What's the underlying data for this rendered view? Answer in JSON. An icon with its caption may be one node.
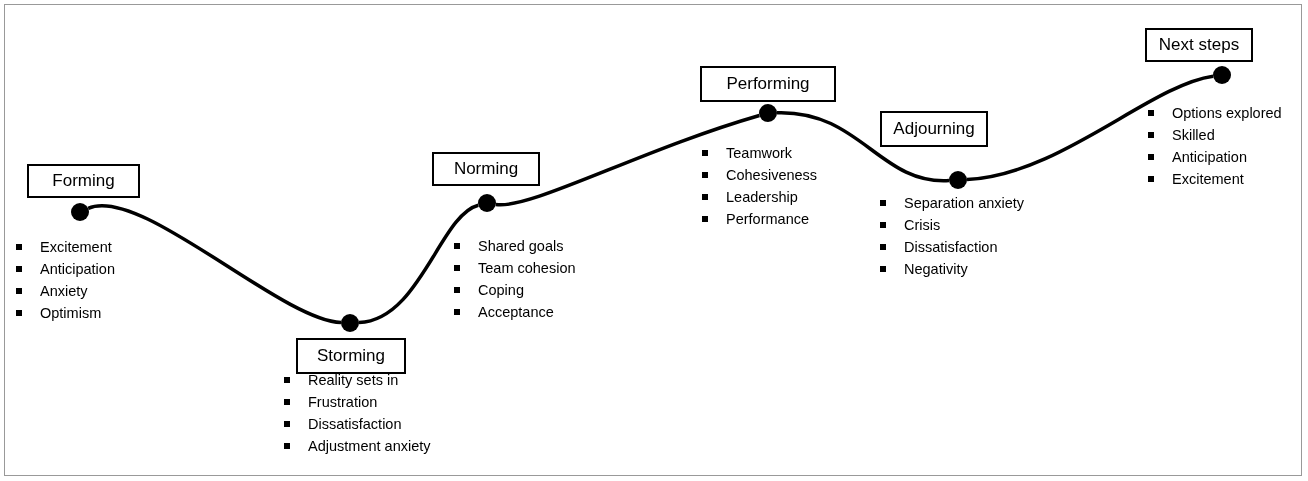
{
  "diagram": {
    "nodes": [
      {
        "text": [
          "Forming"
        ],
        "beside": [
          "Excitement",
          "Anticipation",
          "Anxiety",
          "Optimism"
        ]
      },
      {
        "text": [
          "Storming"
        ],
        "beside": [
          "Reality sets in",
          "Frustration",
          "Dissatisfaction",
          "Adjustment anxiety"
        ]
      },
      {
        "text": [
          "Norming"
        ],
        "beside": [
          "Shared goals",
          "Team cohesion",
          "Coping",
          "Acceptance"
        ]
      },
      {
        "text": [
          "Performing"
        ],
        "beside": [
          "Teamwork",
          "Cohesiveness",
          "Leadership",
          "Performance"
        ]
      },
      {
        "text": [
          "Adjourning"
        ],
        "beside": [
          "Separation anxiety",
          "Crisis",
          "Dissatisfaction",
          "Negativity"
        ]
      },
      {
        "text": [
          "Next steps"
        ],
        "beside": [
          "Options explored",
          "Skilled",
          "Anticipation",
          "Excitement"
        ]
      },
      {
        "text": [],
        "shape": "circle"
      },
      {
        "text": [],
        "shape": "circle"
      },
      {
        "text": [],
        "shape": "circle"
      },
      {
        "text": [],
        "shape": "circle"
      },
      {
        "text": [],
        "shape": "circle"
      },
      {
        "text": [],
        "shape": "circle"
      }
    ],
    "edges": [
      {
        "from": 6,
        "to": 7,
        "arrow": "none"
      },
      {
        "from": 7,
        "to": 8,
        "arrow": "none"
      },
      {
        "from": 8,
        "to": 9,
        "arrow": "none"
      },
      {
        "from": 9,
        "to": 10,
        "arrow": "none"
      },
      {
        "from": 10,
        "to": 11,
        "arrow": "none"
      }
    ]
  }
}
